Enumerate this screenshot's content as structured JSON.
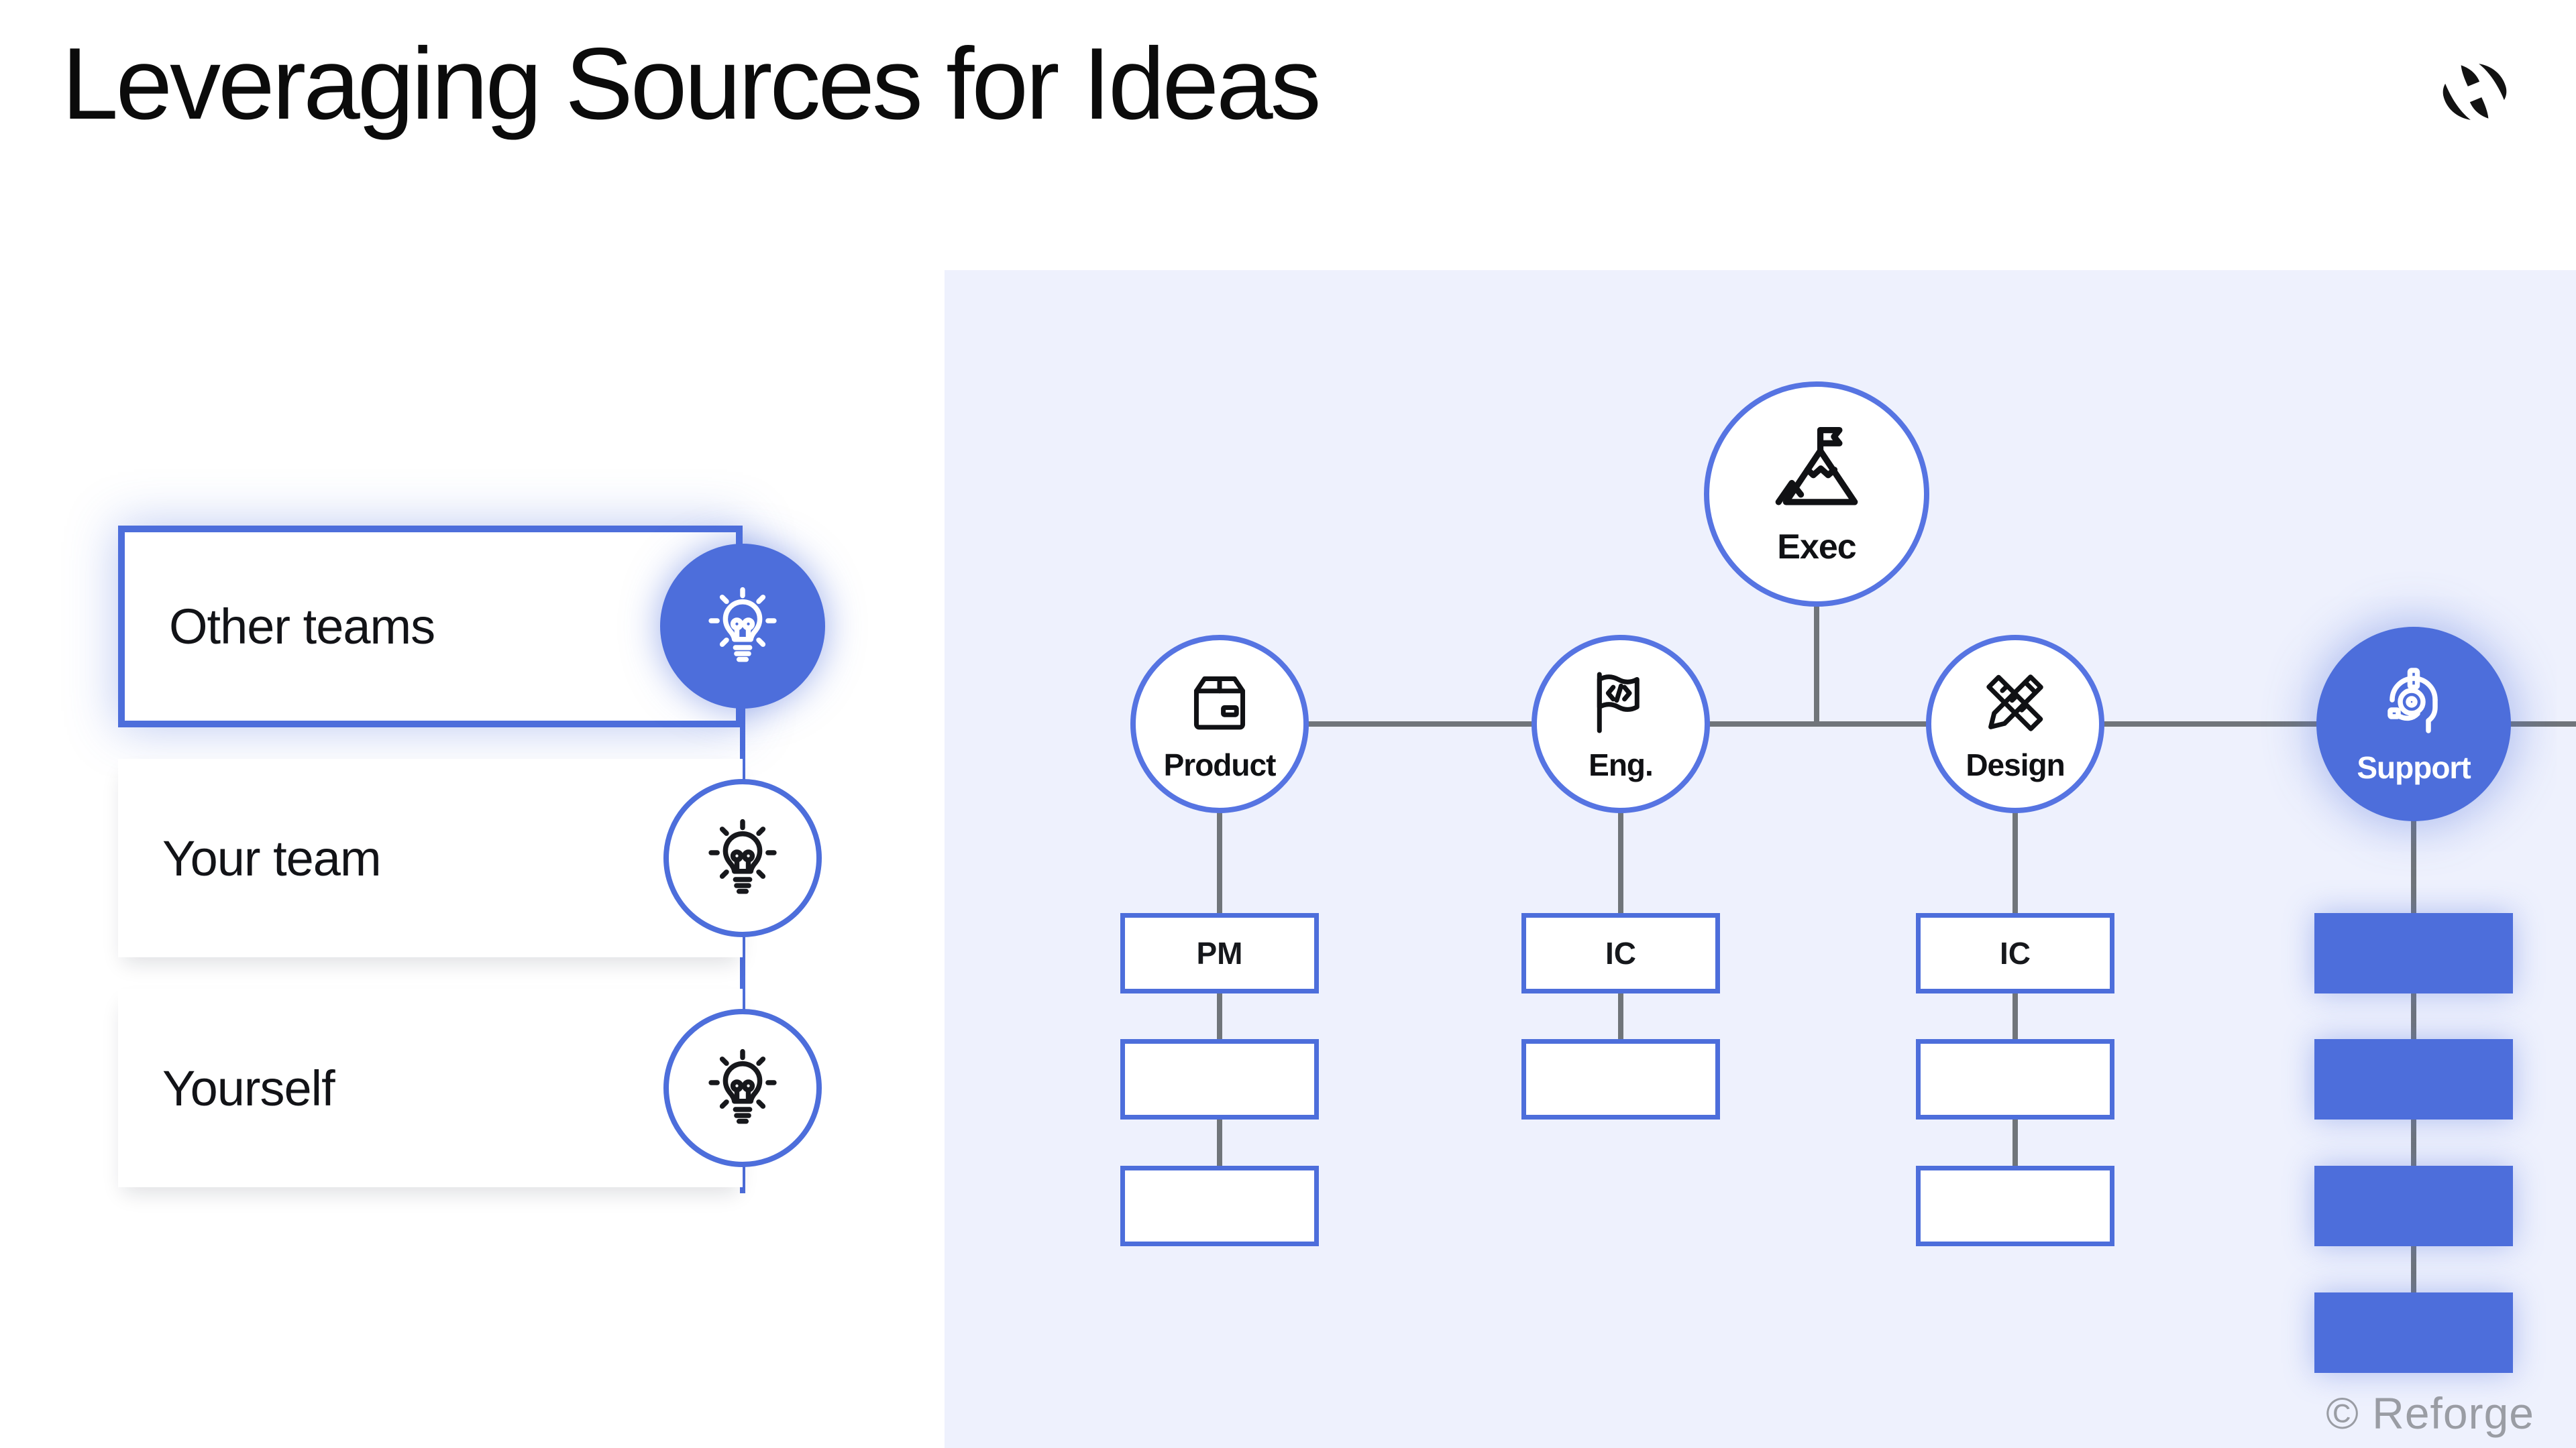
{
  "slide": {
    "title": "Leveraging Sources for Ideas",
    "watermark": "© Reforge"
  },
  "sources": {
    "items": [
      {
        "label": "Other teams",
        "selected": true,
        "icon": "lightbulb-icon"
      },
      {
        "label": "Your team",
        "selected": false,
        "icon": "lightbulb-icon"
      },
      {
        "label": "Yourself",
        "selected": false,
        "icon": "lightbulb-icon"
      }
    ]
  },
  "org_chart": {
    "root": {
      "label": "Exec",
      "icon": "mountain-flag-icon"
    },
    "departments": [
      {
        "label": "Product",
        "icon": "package-icon",
        "highlighted": false,
        "children": [
          "PM",
          "",
          ""
        ]
      },
      {
        "label": "Eng.",
        "icon": "code-flag-icon",
        "highlighted": false,
        "children": [
          "IC",
          ""
        ]
      },
      {
        "label": "Design",
        "icon": "pencil-ruler-icon",
        "highlighted": false,
        "children": [
          "IC",
          "",
          ""
        ]
      },
      {
        "label": "Support",
        "icon": "headset-icon",
        "highlighted": true,
        "children": [
          "",
          "",
          "",
          ""
        ]
      }
    ]
  },
  "colors": {
    "accent": "#4D6EDB",
    "panel_background": "#EEF1FD",
    "connector_gray": "#70757A",
    "watermark_gray": "#7D8086",
    "text": "#0E0E10"
  }
}
